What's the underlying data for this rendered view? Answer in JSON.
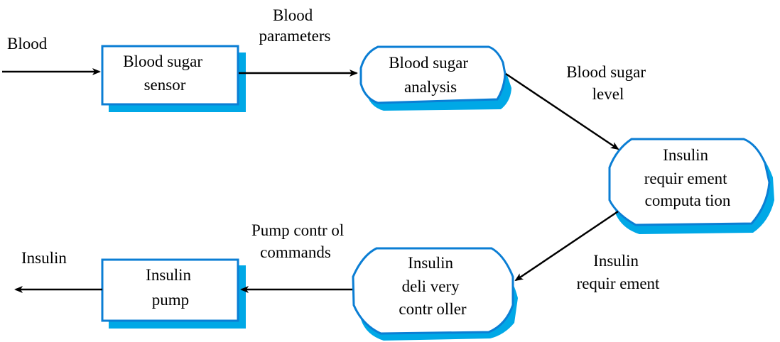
{
  "diagram": {
    "type": "data-flow",
    "colors": {
      "outline": "#0b7ed4",
      "shadow": "#00a8e6",
      "fill": "#ffffff",
      "arrow": "#000000",
      "text": "#000000"
    },
    "nodes": {
      "sensor": {
        "shape": "rectangle",
        "lines": [
          "Blood sugar",
          "sensor"
        ]
      },
      "analysis": {
        "shape": "rounded-process",
        "lines": [
          "Blood sugar",
          "analysis"
        ]
      },
      "computation": {
        "shape": "rounded-process",
        "lines": [
          "Insulin",
          "requir ement",
          "computa  tion"
        ]
      },
      "controller": {
        "shape": "rounded-process",
        "lines": [
          "Insulin",
          "deli very",
          "contr oller"
        ]
      },
      "pump": {
        "shape": "rectangle",
        "lines": [
          "Insulin",
          "pump"
        ]
      }
    },
    "edges": {
      "blood_in": {
        "from": "external",
        "to": "sensor",
        "lines": [
          "Blood"
        ]
      },
      "blood_params": {
        "from": "sensor",
        "to": "analysis",
        "lines": [
          "Blood",
          "parameters"
        ]
      },
      "sugar_level": {
        "from": "analysis",
        "to": "computation",
        "lines": [
          "Blood sugar",
          "level"
        ]
      },
      "insulin_req": {
        "from": "computation",
        "to": "controller",
        "lines": [
          "Insulin",
          "requir ement"
        ]
      },
      "pump_cmds": {
        "from": "controller",
        "to": "pump",
        "lines": [
          "Pump contr  ol",
          "commands"
        ]
      },
      "insulin_out": {
        "from": "pump",
        "to": "external",
        "lines": [
          "Insulin"
        ]
      }
    }
  }
}
